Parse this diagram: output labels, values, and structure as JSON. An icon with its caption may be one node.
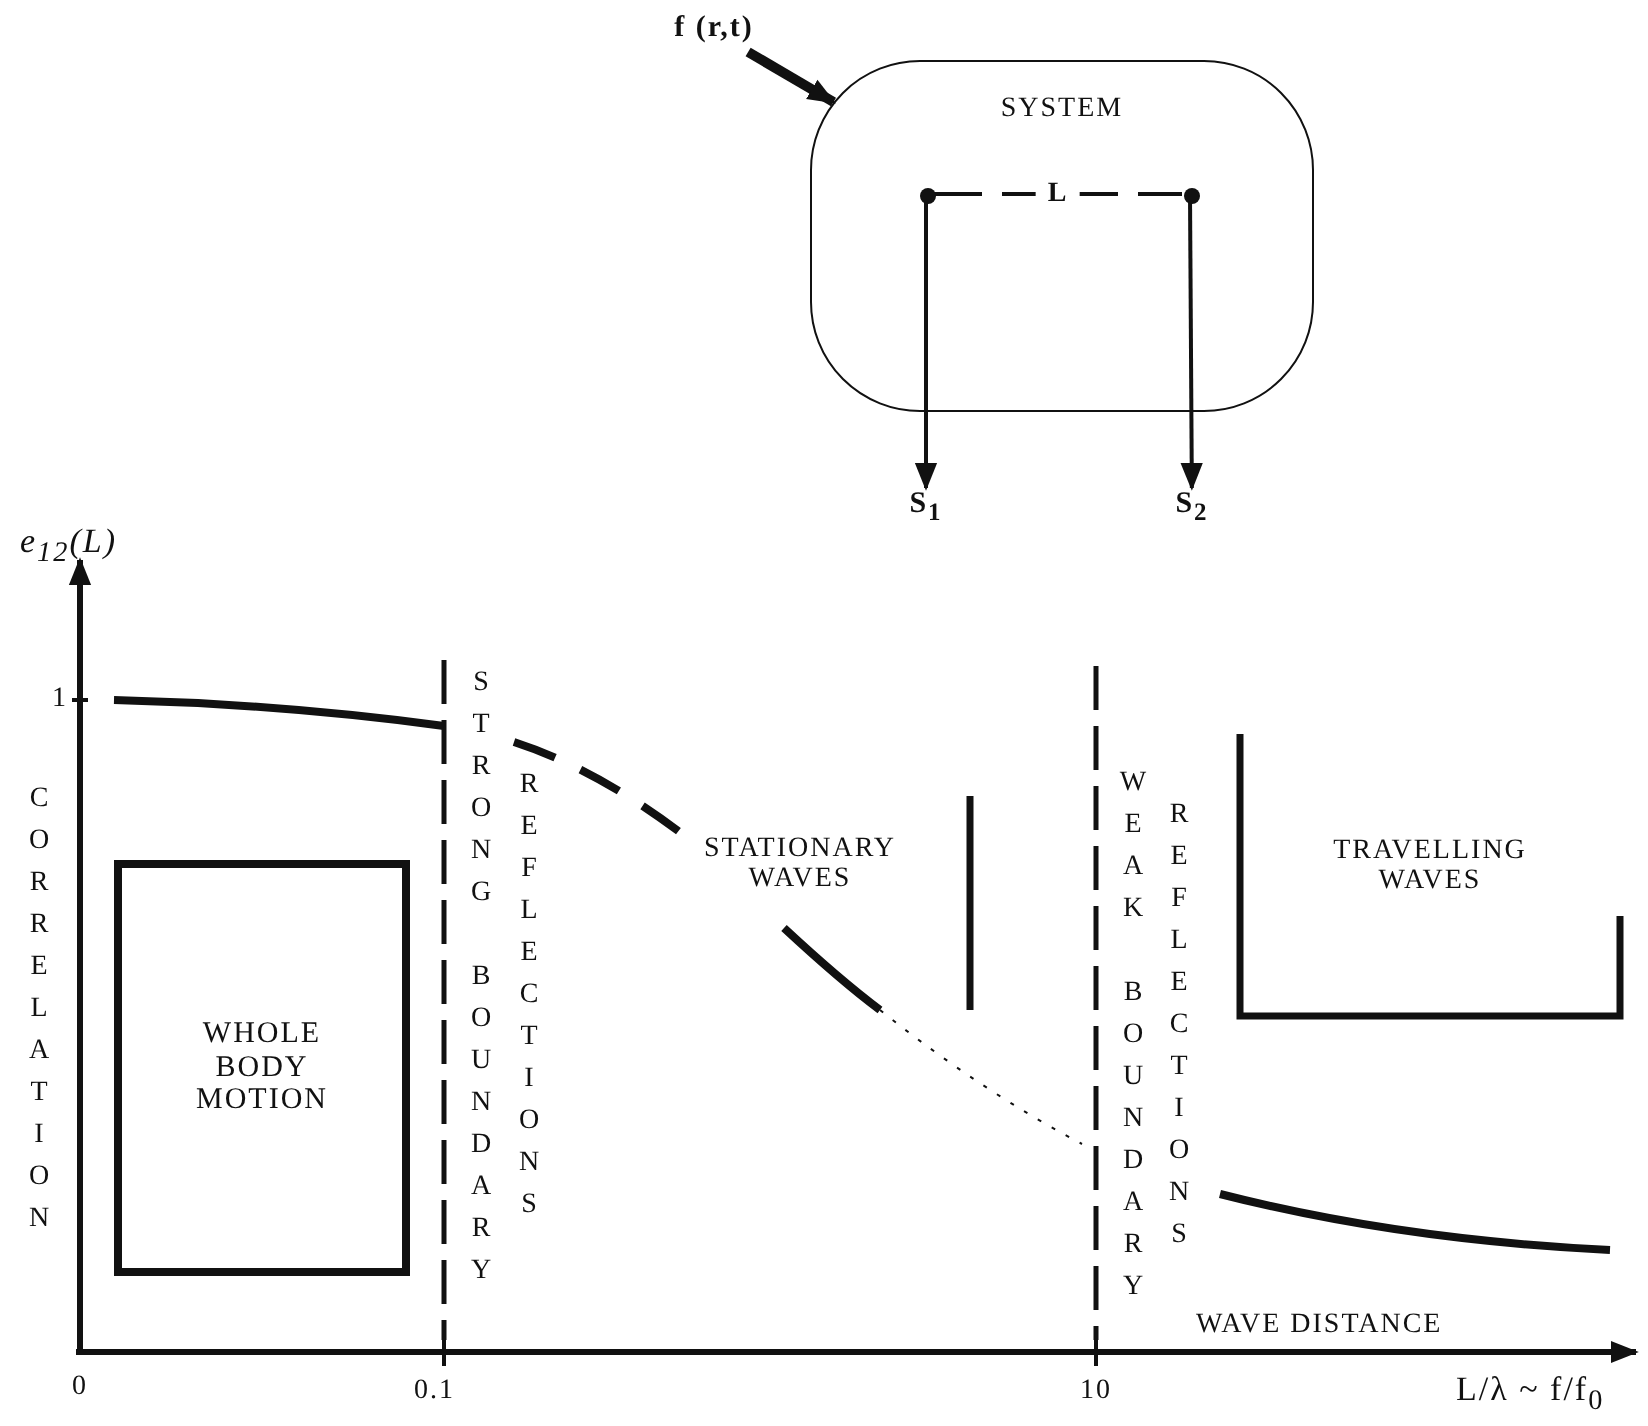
{
  "diagram": {
    "nodes": [
      {
        "text": [
          "f (r,t)"
        ]
      },
      {
        "text": [
          "SYSTEM"
        ]
      },
      {
        "text": [
          "S$_{1}$"
        ]
      },
      {
        "text": [
          "S$_{2}$"
        ]
      },
      {
        "text": [],
        "shape": "circle",
        "in": 1
      },
      {
        "text": [],
        "shape": "circle",
        "in": 1
      },
      {
        "text": [
          "WHOLE BODY MOTION"
        ]
      }
    ],
    "edges": [
      {
        "from": 0,
        "to": 1,
        "arrow": "to",
        "style": "thick"
      },
      {
        "from": 4,
        "to": 2,
        "arrow": "to"
      },
      {
        "from": 5,
        "to": 3,
        "arrow": "to"
      },
      {
        "from": 4,
        "to": 5,
        "arrow": "none",
        "label": "L",
        "style": "dashed"
      }
    ],
    "labels": [
      "e$_{12}$(L)",
      "1",
      "CORRELATION",
      "STRONG BOUNDARY",
      "REFLECTIONS",
      "STATIONARY WAVES",
      "WEAK BOUNDARY",
      "REFLECTIONS",
      "TRAVELLING WAVES",
      "WAVE DISTANCE",
      "0",
      "0.1",
      "10",
      "L/λ ~ f/f$_{0}$"
    ]
  }
}
